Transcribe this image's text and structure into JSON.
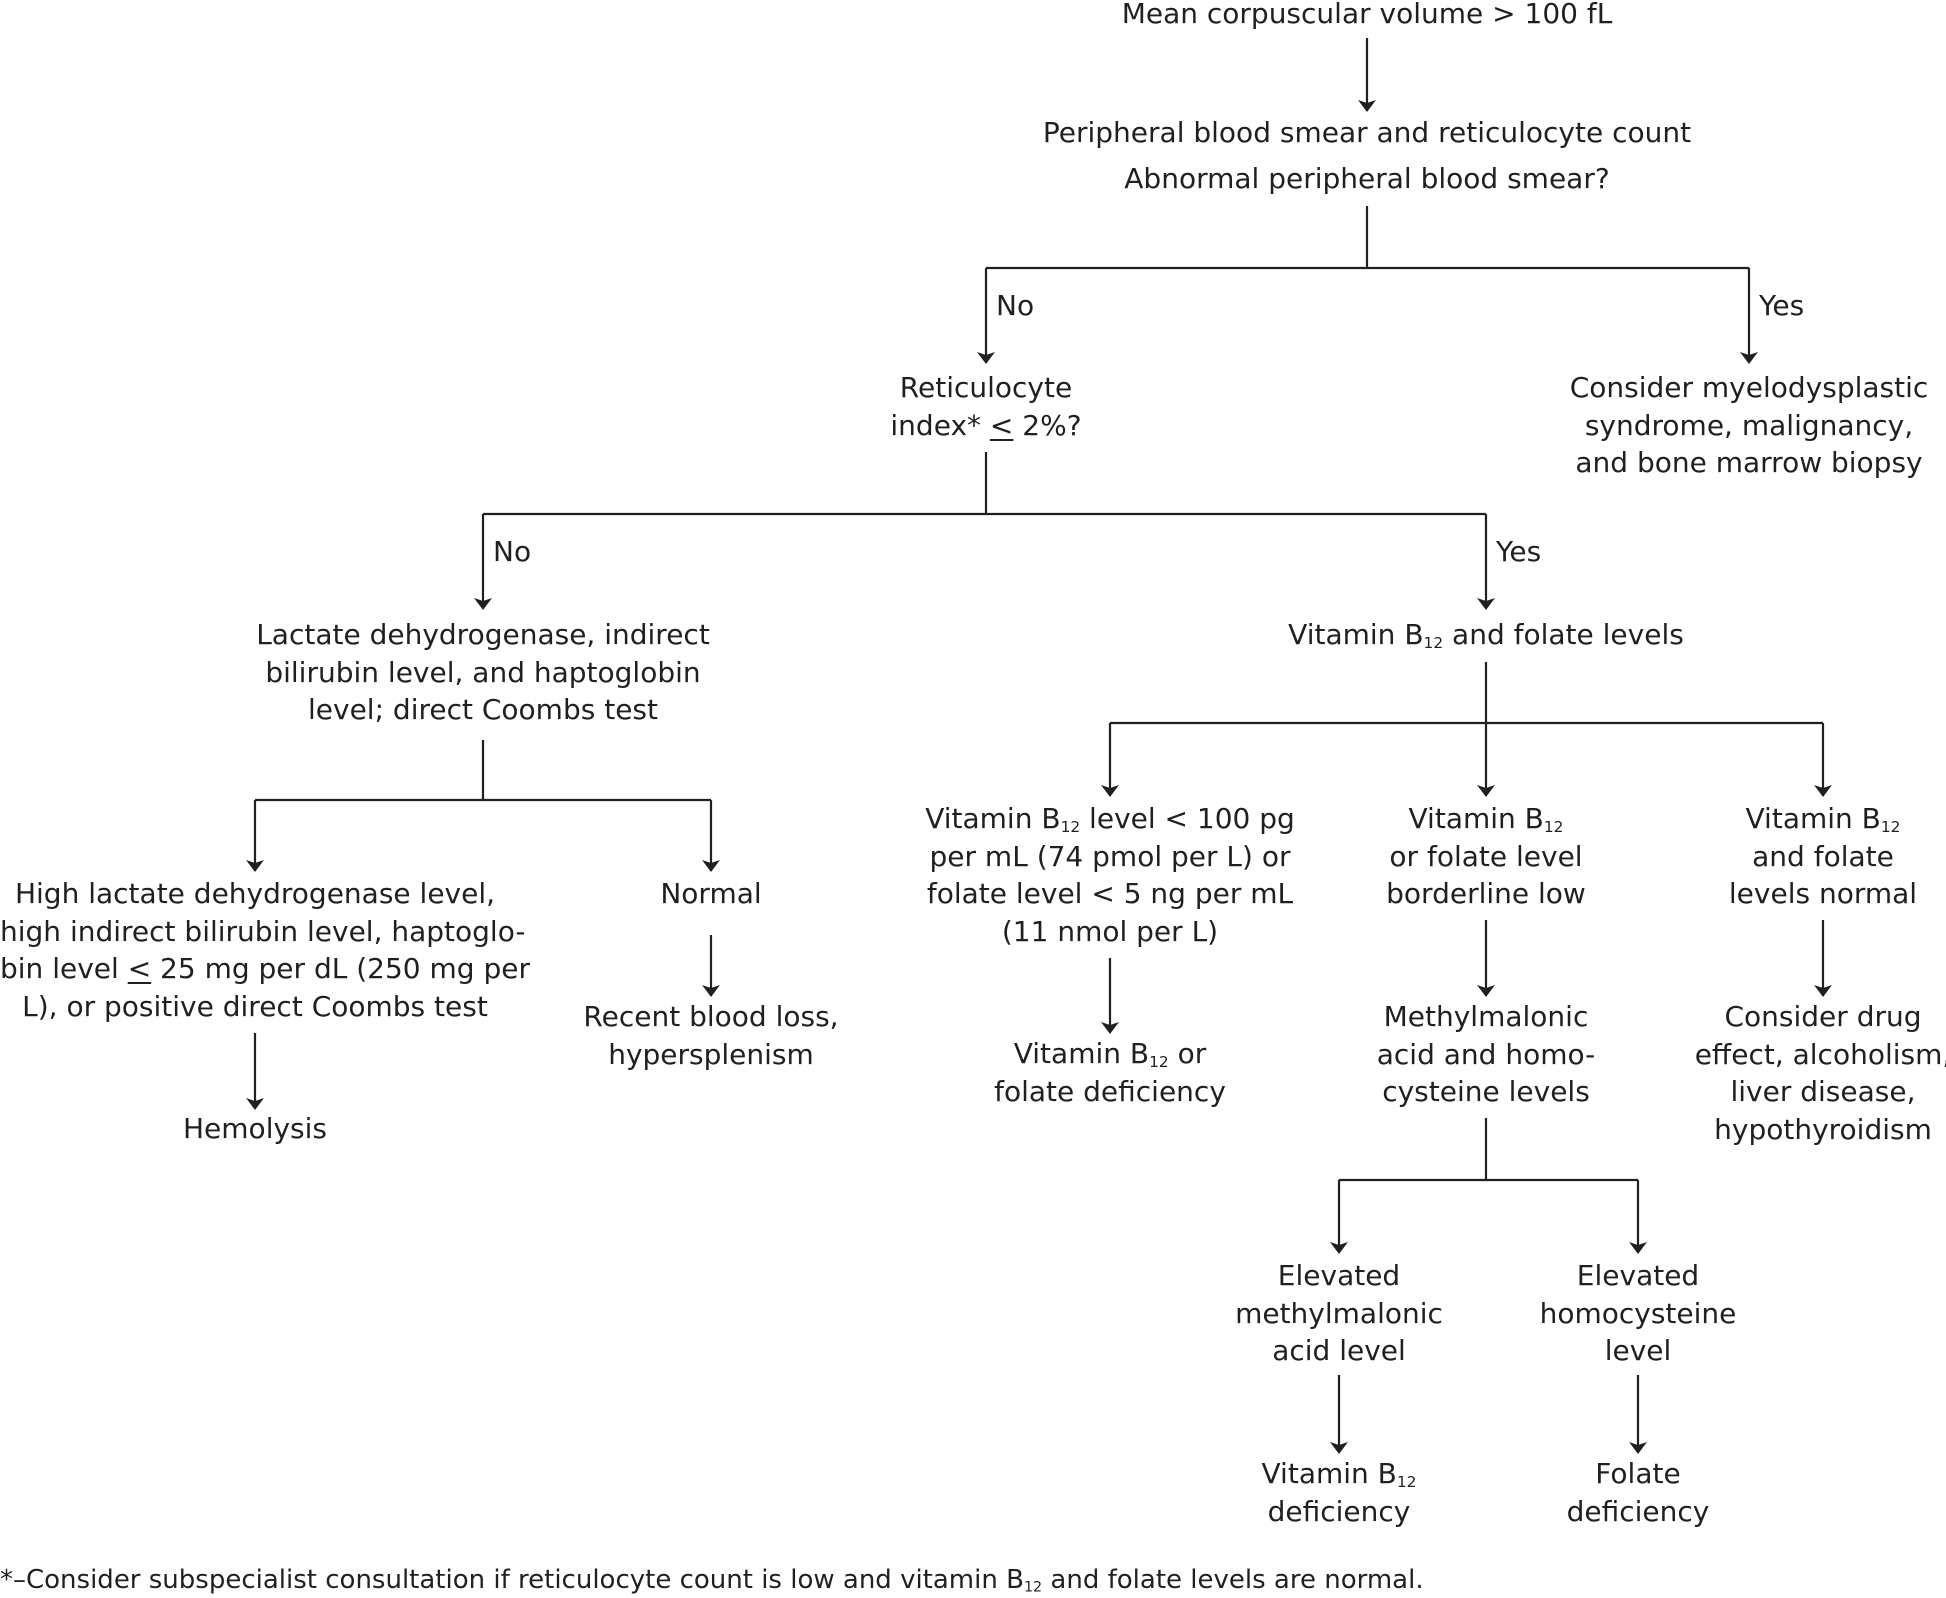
{
  "nodes": {
    "mcv": "Mean corpuscular volume > 100 fL",
    "smear": {
      "l1": "Peripheral blood smear and reticulocyte count",
      "l2": "Abnormal peripheral blood smear?"
    },
    "retic": {
      "l1": "Reticulocyte",
      "l2_pre": "index* ",
      "l2_le": "<",
      "l2_post": " 2%?"
    },
    "mds": {
      "l1": "Consider myelodysplastic",
      "l2": "syndrome, malignancy,",
      "l3": "and bone marrow biopsy"
    },
    "ldh": {
      "l1": "Lactate dehydrogenase, indirect",
      "l2": "bilirubin level, and haptoglobin",
      "l3": "level; direct Coombs test"
    },
    "vitlevels": {
      "pre": "Vitamin B",
      "sub": "12",
      "post": " and folate levels"
    },
    "high": {
      "l1": "High lactate dehydrogenase level,",
      "l2": "high indirect bilirubin level, haptoglo-",
      "l3_pre": "bin level ",
      "l3_le": "<",
      "l3_post": " 25 mg per dL (250 mg per",
      "l4": "L), or positive direct Coombs test"
    },
    "normal": "Normal",
    "hemolysis": "Hemolysis",
    "recent": {
      "l1": "Recent blood loss,",
      "l2": "hypersplenism"
    },
    "lowb12": {
      "l1_pre": "Vitamin B",
      "l1_sub": "12",
      "l1_post": " level < 100 pg",
      "l2": "per mL (74 pmol per L) or",
      "l3": "folate level < 5 ng per mL",
      "l4": "(11 nmol per L)"
    },
    "borderline": {
      "l1_pre": "Vitamin B",
      "l1_sub": "12",
      "l2": "or folate level",
      "l3": "borderline low"
    },
    "vitnormal": {
      "l1_pre": "Vitamin B",
      "l1_sub": "12",
      "l2": "and folate",
      "l3": "levels normal"
    },
    "def1": {
      "l1_pre": "Vitamin B",
      "l1_sub": "12",
      "l1_post": " or",
      "l2": "folate deficiency"
    },
    "mma": {
      "l1": "Methylmalonic",
      "l2": "acid and homo-",
      "l3": "cysteine levels"
    },
    "drug": {
      "l1": "Consider drug",
      "l2": "effect, alcoholism,",
      "l3": "liver disease,",
      "l4": "hypothyroidism"
    },
    "elevmma": {
      "l1": "Elevated",
      "l2": "methylmalonic",
      "l3": "acid level"
    },
    "elevhcy": {
      "l1": "Elevated",
      "l2": "homocysteine",
      "l3": "level"
    },
    "b12def": {
      "l1_pre": "Vitamin B",
      "l1_sub": "12",
      "l2": "deficiency"
    },
    "folatedef": {
      "l1": "Folate",
      "l2": "deficiency"
    }
  },
  "branch_labels": {
    "no": "No",
    "yes": "Yes"
  },
  "footnote": {
    "pre": "*–Consider subspecialist consultation if reticulocyte count is low and vitamin B",
    "sub": "12",
    "post": " and folate levels are normal."
  }
}
